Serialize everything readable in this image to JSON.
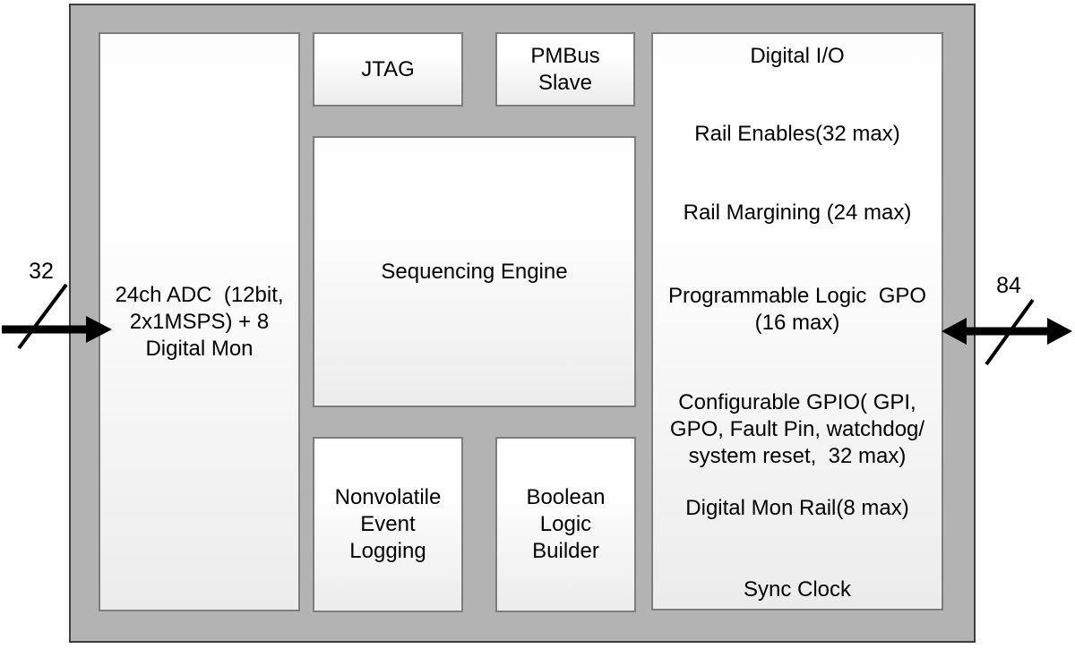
{
  "blocks": {
    "adc": {
      "label": "24ch ADC  (12bit,\n2x1MSPS) + 8\nDigital Mon"
    },
    "jtag": {
      "label": "JTAG"
    },
    "pmbus_slave": {
      "label": "PMBus\nSlave"
    },
    "sequencing_engine": {
      "label": "Sequencing Engine"
    },
    "nonvolatile_event_logging": {
      "label": "Nonvolatile\nEvent\nLogging"
    },
    "boolean_logic_builder": {
      "label": "Boolean\nLogic\nBuilder"
    },
    "digital_io": {
      "title": "Digital I/O",
      "items": [
        "Rail Enables(32 max)",
        "Rail Margining (24 max)",
        "Programmable Logic  GPO\n(16 max)",
        "Configurable GPIO( GPI,\nGPO, Fault Pin, watchdog/\nsystem reset,  32 max)",
        "Digital Mon Rail(8 max)",
        "Sync Clock"
      ]
    }
  },
  "buses": {
    "left_input": {
      "width_label": "32",
      "direction": "in"
    },
    "right_io": {
      "width_label": "84",
      "direction": "bidirectional"
    }
  },
  "colors": {
    "chip_fill": "#b3b3b3",
    "chip_outline": "#3e3e3e",
    "block_border": "#7d7d7d",
    "block_fill_top": "#fdfdfd",
    "block_fill_bottom": "#ececec",
    "arrow": "#000000",
    "text": "#000000"
  }
}
